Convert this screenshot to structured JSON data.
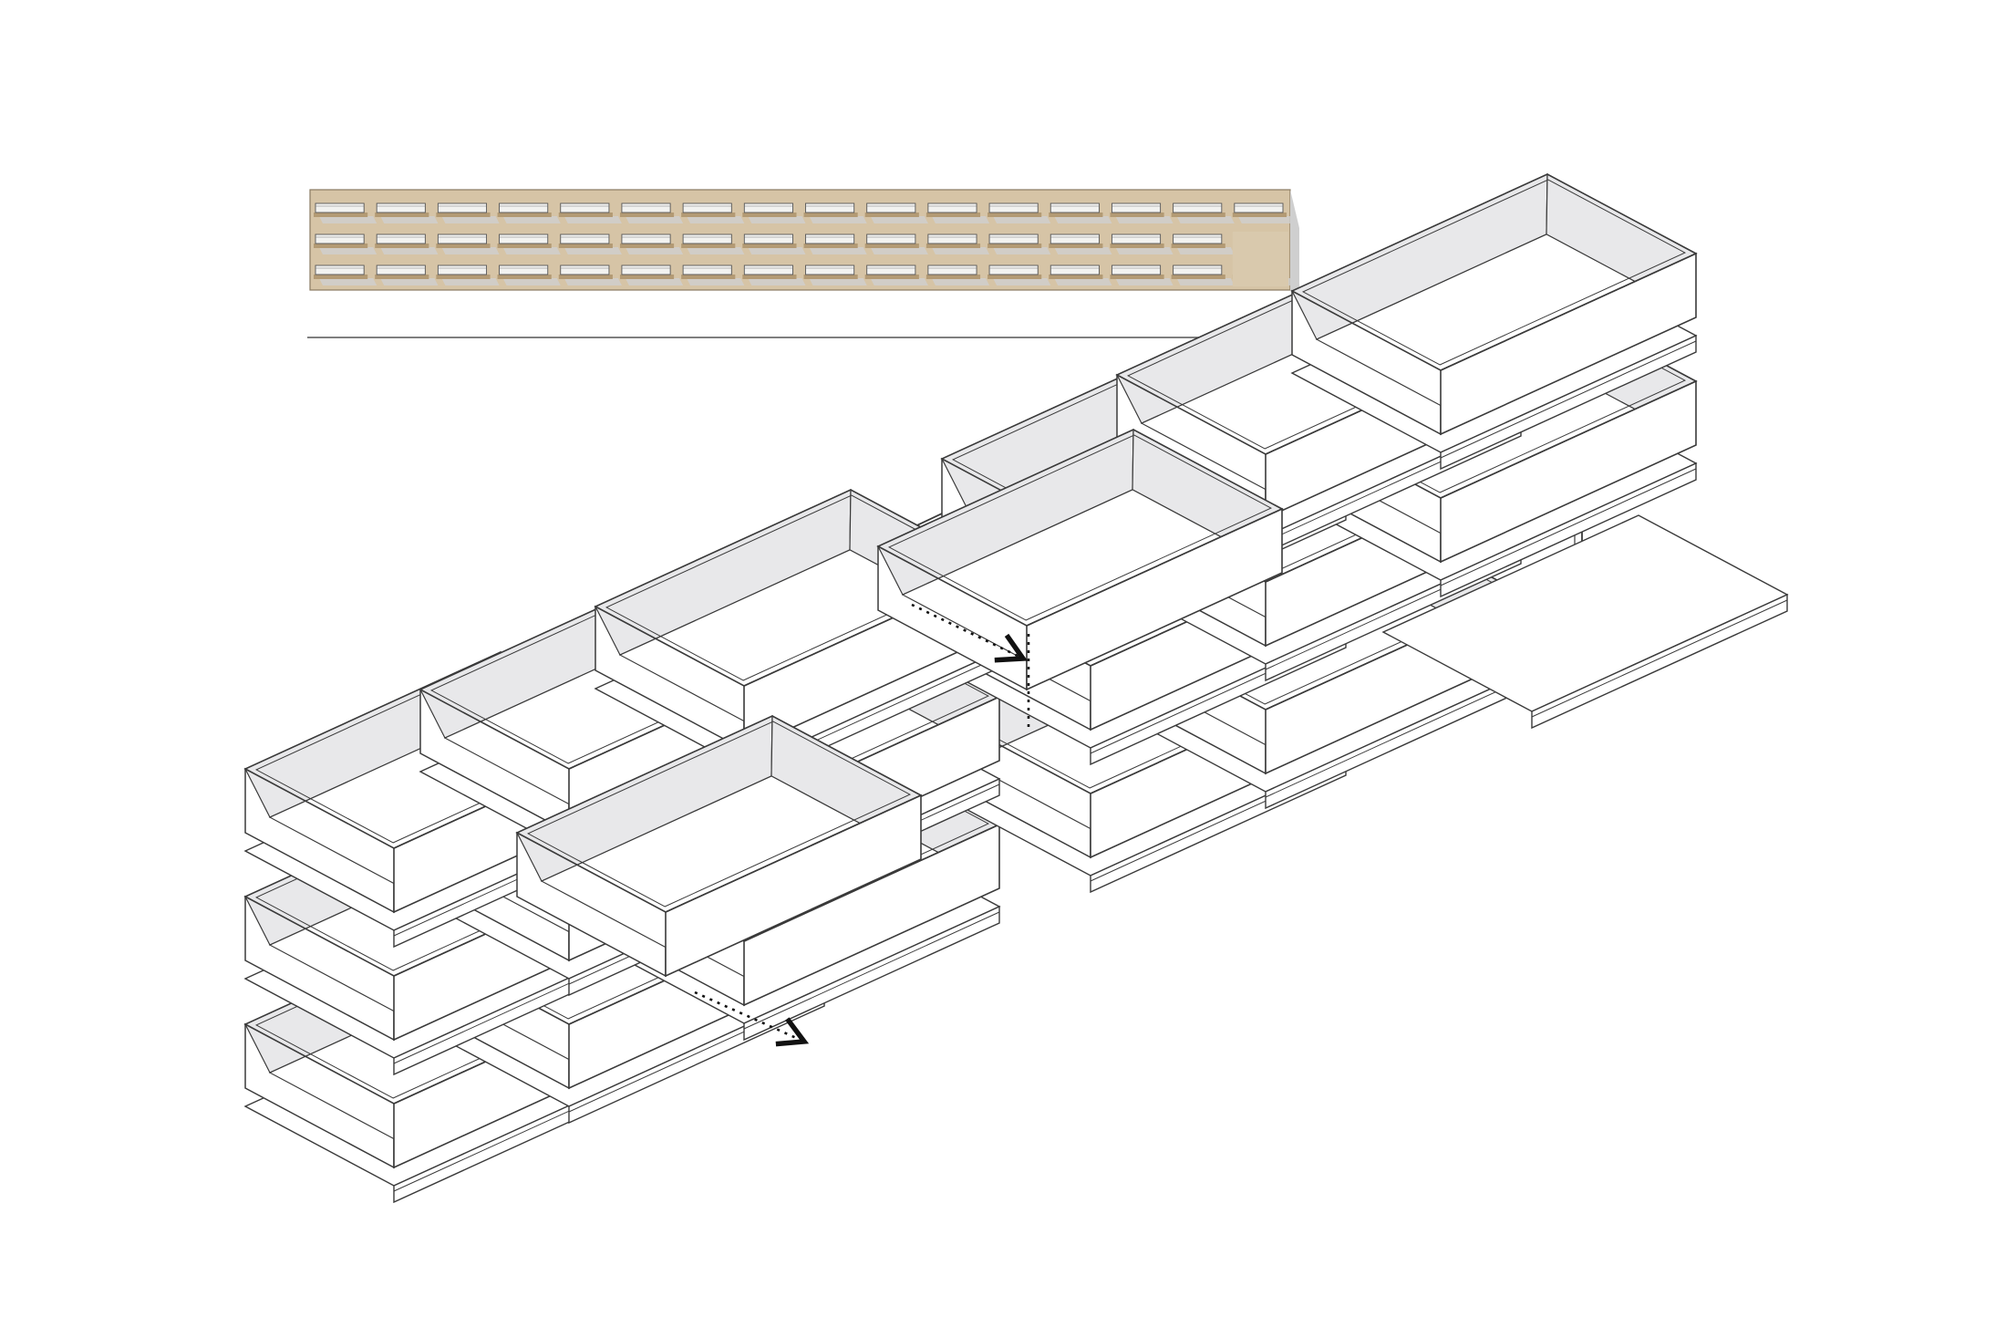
{
  "diagram": {
    "type": "isometric shelving unit with drawers",
    "colors": {
      "elevation_fill": "#d6c4a6",
      "elevation_stroke": "#8a7a62",
      "shelf_dark": "#b39a74",
      "shadow": "#cfcfcf",
      "line": "#3a3a3a",
      "box_inner": "#e8e8ea",
      "box_face": "#ffffff",
      "arrow": "#111111"
    },
    "elevation": {
      "rows": 3,
      "columns": 16
    },
    "isometric": {
      "columns": 6,
      "rows": 3,
      "pulled_out_drawers": 2
    },
    "icons": [
      "dotted-arrow-icon",
      "dotted-arrow-icon"
    ]
  }
}
